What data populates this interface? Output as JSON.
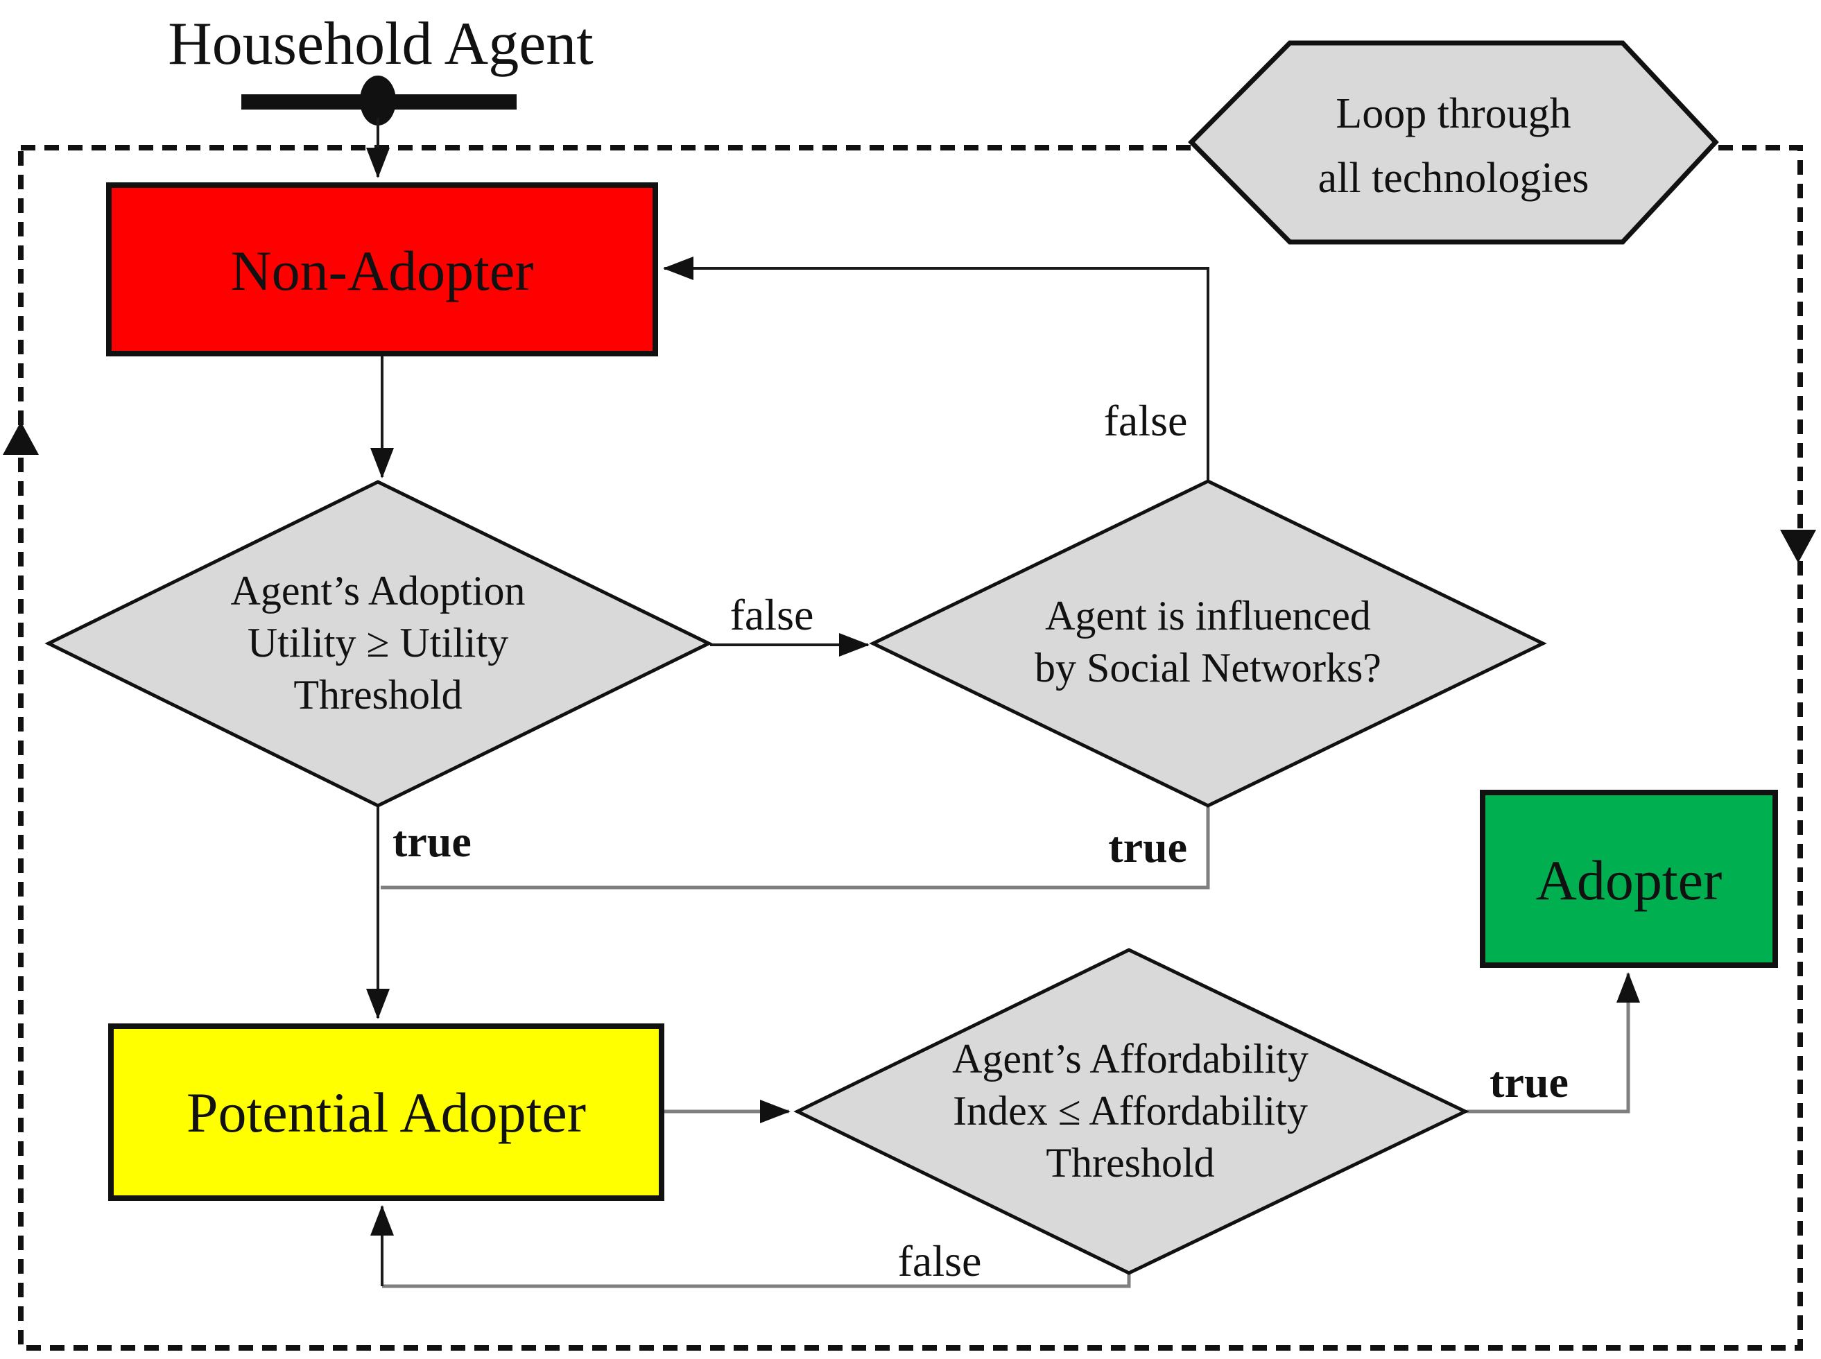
{
  "diagram": {
    "title": "Household Agent",
    "hexagon": {
      "line1": "Loop through",
      "line2": "all technologies"
    },
    "states": {
      "non_adopter": "Non-Adopter",
      "potential_adopter": "Potential Adopter",
      "adopter": "Adopter"
    },
    "decisions": {
      "utility": [
        "Agent’s Adoption",
        "Utility ≥ Utility",
        "Threshold"
      ],
      "social": [
        "Agent is influenced",
        "by Social Networks?"
      ],
      "affordability": [
        "Agent’s Affordability",
        "Index ≤ Affordability",
        "Threshold"
      ]
    },
    "edge_labels": {
      "utility_false": "false",
      "utility_true": "true",
      "social_false": "false",
      "social_true": "true",
      "affordability_true": "true",
      "affordability_false": "false"
    },
    "colors": {
      "non_adopter_fill": "#ff0000",
      "potential_adopter_fill": "#ffff00",
      "adopter_fill": "#00b050",
      "decision_fill": "#d9d9d9",
      "hexagon_fill": "#d9d9d9",
      "line": "#1a1a1a",
      "line_gray": "#7f7f7f"
    }
  }
}
